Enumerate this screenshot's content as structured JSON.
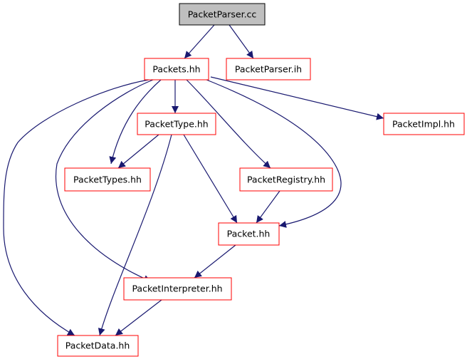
{
  "graph": {
    "colors": {
      "root_fill": "#bfbfbf",
      "root_stroke": "#000000",
      "node_fill": "#ffffff",
      "node_stroke": "#ff0000",
      "edge": "#191970"
    },
    "nodes": [
      {
        "id": "packetparser_cc",
        "label": "PacketParser.cc",
        "root": true
      },
      {
        "id": "packets_hh",
        "label": "Packets.hh"
      },
      {
        "id": "packetparser_ih",
        "label": "PacketParser.ih"
      },
      {
        "id": "packettype_hh",
        "label": "PacketType.hh"
      },
      {
        "id": "packetimpl_hh",
        "label": "PacketImpl.hh"
      },
      {
        "id": "packettypes_hh",
        "label": "PacketTypes.hh"
      },
      {
        "id": "packetregistry_hh",
        "label": "PacketRegistry.hh"
      },
      {
        "id": "packet_hh",
        "label": "Packet.hh"
      },
      {
        "id": "packetinterpreter_hh",
        "label": "PacketInterpreter.hh"
      },
      {
        "id": "packetdata_hh",
        "label": "PacketData.hh"
      }
    ],
    "edges": [
      {
        "from": "packetparser_cc",
        "to": "packets_hh"
      },
      {
        "from": "packetparser_cc",
        "to": "packetparser_ih"
      },
      {
        "from": "packets_hh",
        "to": "packetdata_hh"
      },
      {
        "from": "packets_hh",
        "to": "packetinterpreter_hh"
      },
      {
        "from": "packets_hh",
        "to": "packettypes_hh"
      },
      {
        "from": "packets_hh",
        "to": "packettype_hh"
      },
      {
        "from": "packets_hh",
        "to": "packetregistry_hh"
      },
      {
        "from": "packets_hh",
        "to": "packet_hh"
      },
      {
        "from": "packets_hh",
        "to": "packetimpl_hh"
      },
      {
        "from": "packettype_hh",
        "to": "packettypes_hh"
      },
      {
        "from": "packettype_hh",
        "to": "packetdata_hh"
      },
      {
        "from": "packettype_hh",
        "to": "packet_hh"
      },
      {
        "from": "packetregistry_hh",
        "to": "packet_hh"
      },
      {
        "from": "packet_hh",
        "to": "packetinterpreter_hh"
      },
      {
        "from": "packetinterpreter_hh",
        "to": "packetdata_hh"
      }
    ]
  }
}
